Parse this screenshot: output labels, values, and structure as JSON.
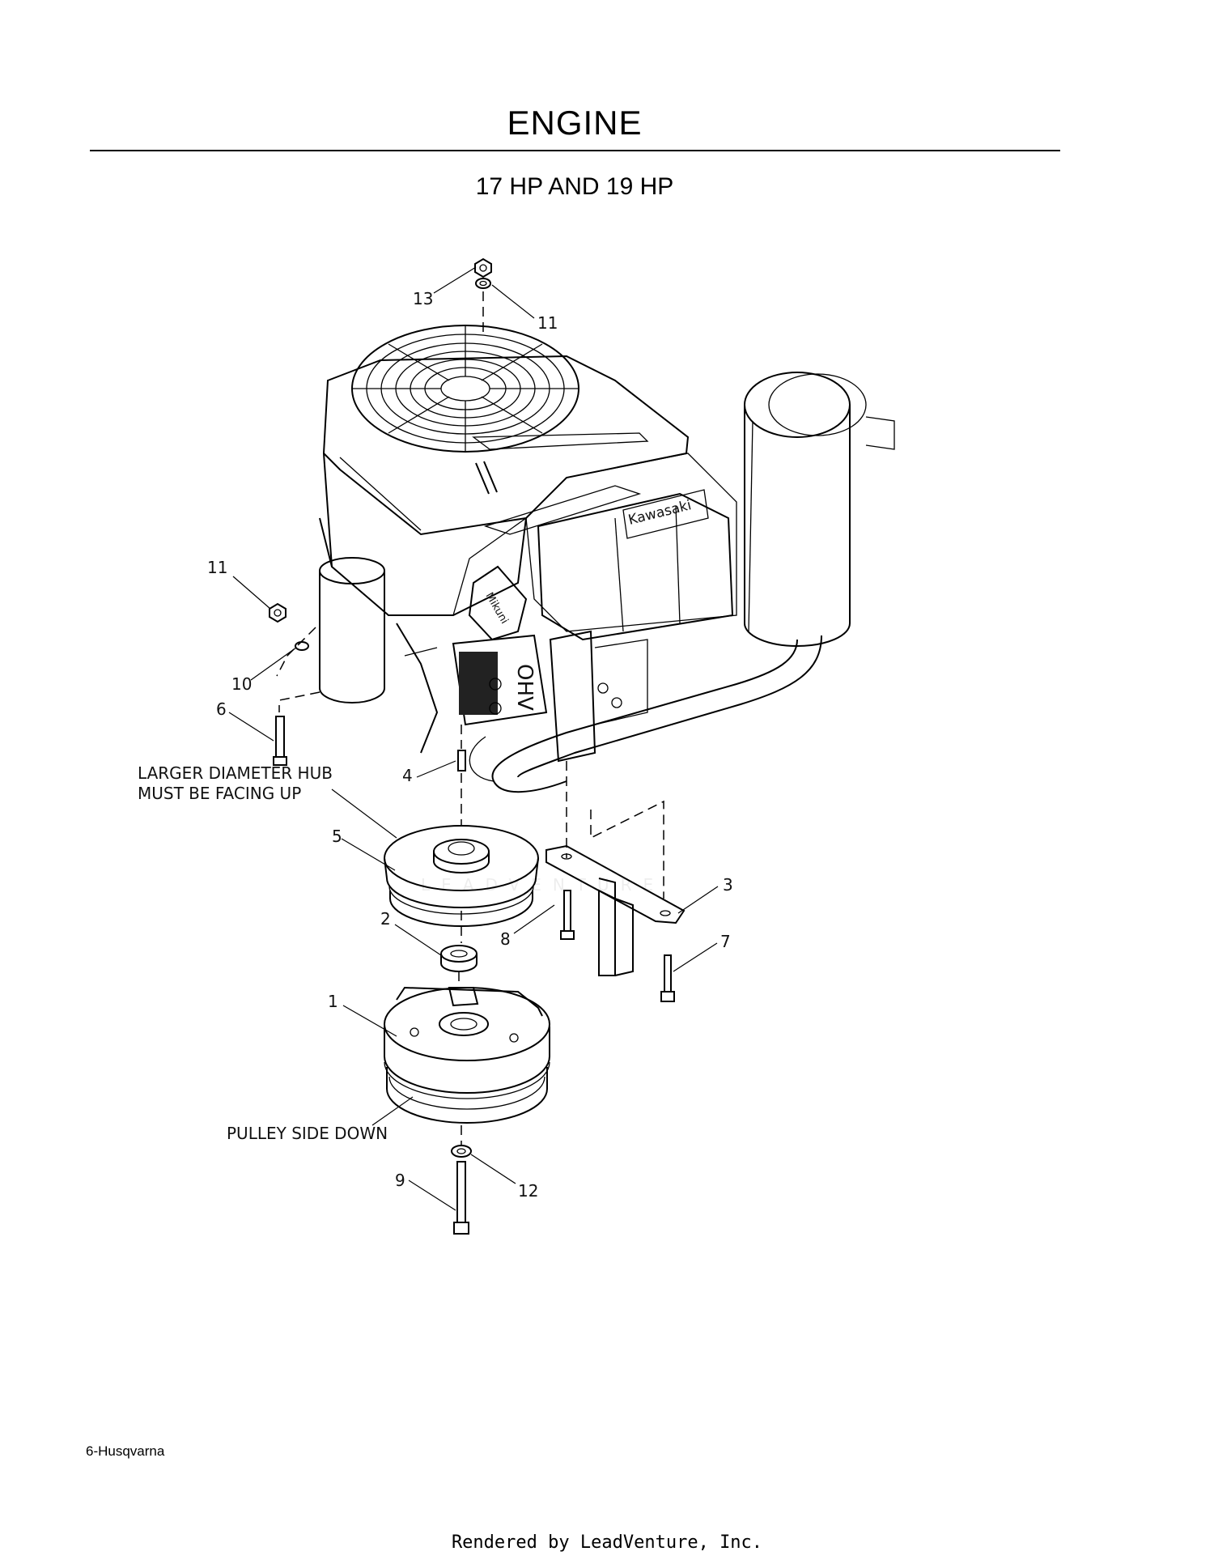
{
  "page": {
    "title": "ENGINE",
    "subtitle": "17 HP AND 19 HP",
    "footer_page": "6-Husqvarna",
    "footer_render": "Rendered by LeadVenture, Inc."
  },
  "watermark": "LEADVENTURE",
  "engine_brand": "Kawasaki",
  "engine_label": "OHV",
  "decal_label": "Mikuni",
  "callouts": {
    "c1": "1",
    "c2": "2",
    "c3": "3",
    "c4": "4",
    "c5": "5",
    "c6": "6",
    "c7": "7",
    "c8": "8",
    "c9": "9",
    "c10": "10",
    "c11_top": "11",
    "c11_left": "11",
    "c12": "12",
    "c13": "13"
  },
  "notes": {
    "hub_line1": "LARGER DIAMETER HUB",
    "hub_line2": "MUST BE FACING UP",
    "pulley": "PULLEY SIDE DOWN"
  }
}
